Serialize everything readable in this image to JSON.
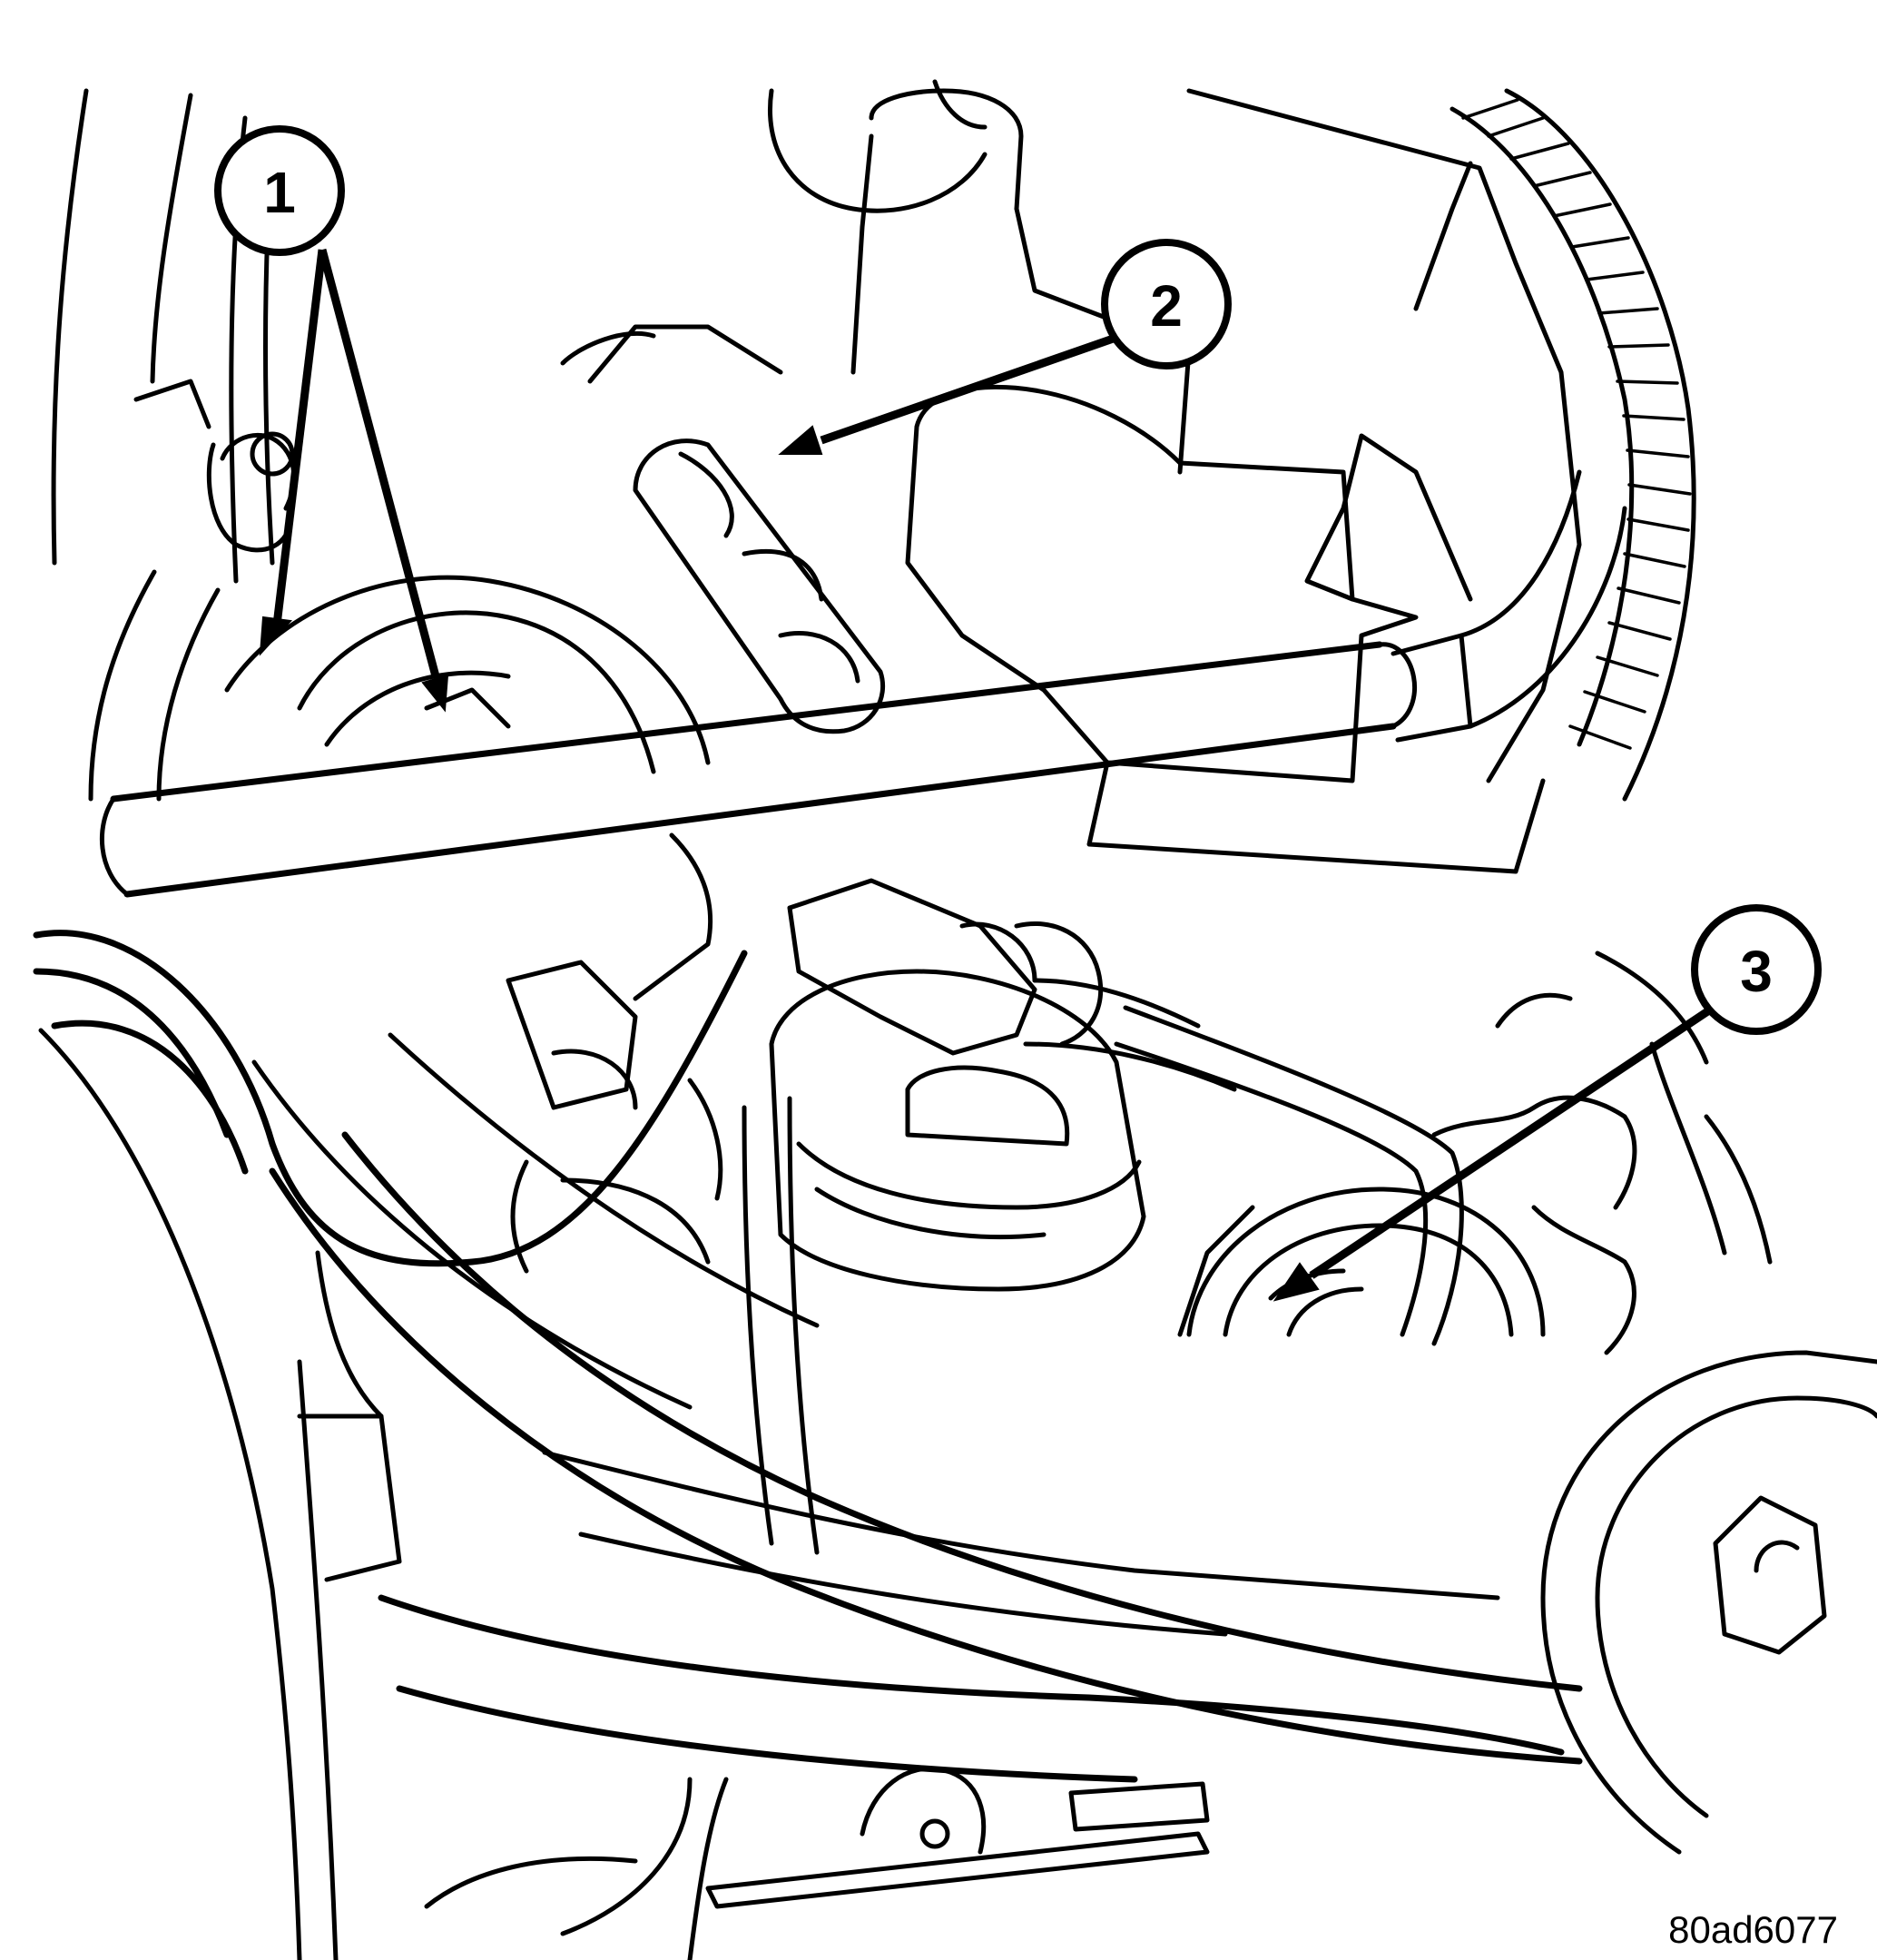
{
  "figure": {
    "callouts": [
      {
        "id": "callout-1",
        "label": "1"
      },
      {
        "id": "callout-2",
        "label": "2"
      },
      {
        "id": "callout-3",
        "label": "3"
      }
    ],
    "figure_id": "80ad6077"
  },
  "colors": {
    "ink": "#000000",
    "background": "#ffffff"
  }
}
